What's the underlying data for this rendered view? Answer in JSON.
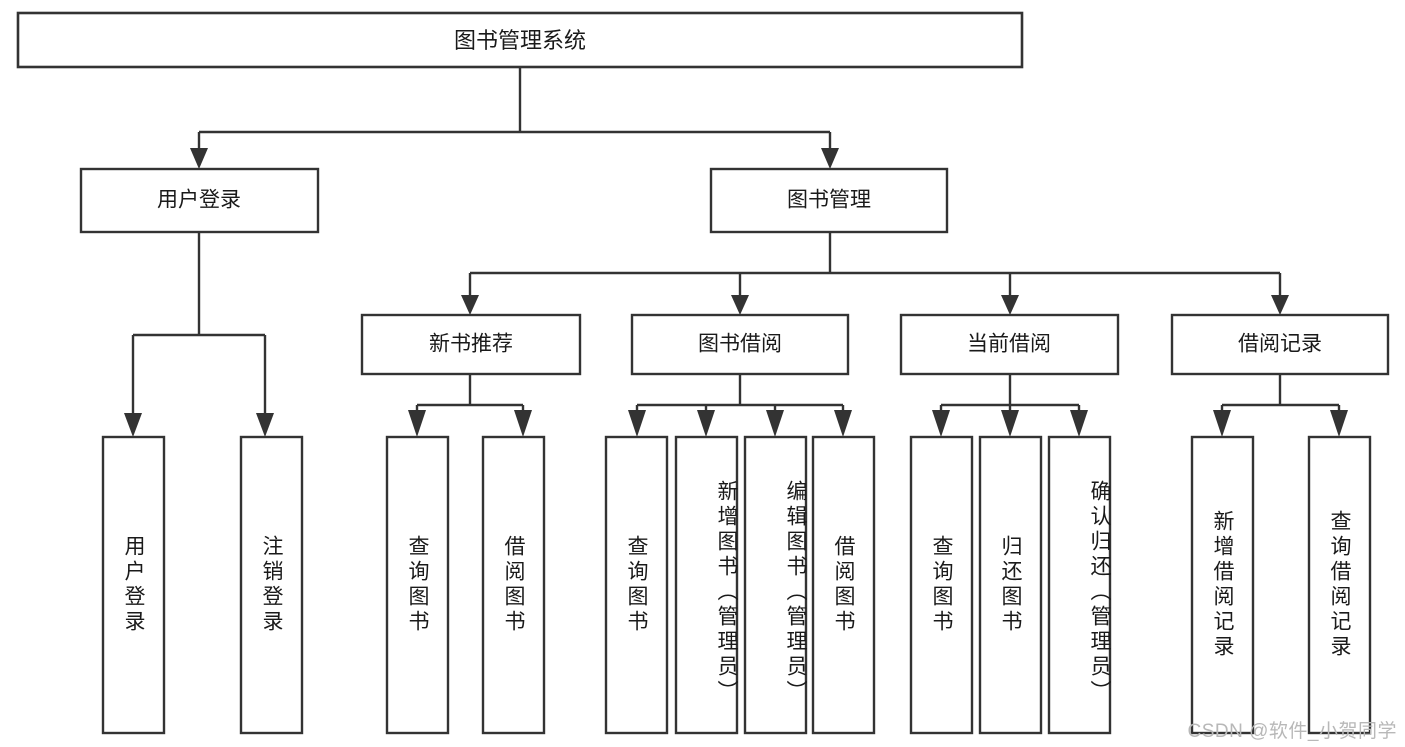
{
  "diagram": {
    "type": "tree-hierarchy",
    "title": "图书管理系统",
    "orientation": "top-down",
    "watermark": "CSDN @软件_小贺同学",
    "colors": {
      "box_fill": "#ffffff",
      "box_stroke": "#333333",
      "text": "#1a1a1a",
      "background": "#ffffff",
      "watermark": "#b8b8b8"
    },
    "root": {
      "label": "图书管理系统"
    },
    "level2": [
      {
        "label": "用户登录"
      },
      {
        "label": "图书管理"
      }
    ],
    "level3": [
      {
        "label": "新书推荐"
      },
      {
        "label": "图书借阅"
      },
      {
        "label": "当前借阅"
      },
      {
        "label": "借阅记录"
      }
    ],
    "leaves": {
      "user_login": [
        {
          "label": "用户登录"
        },
        {
          "label": "注销登录"
        }
      ],
      "new_book_recommend": [
        {
          "label": "查询图书"
        },
        {
          "label": "借阅图书"
        }
      ],
      "book_borrow": [
        {
          "label": "查询图书"
        },
        {
          "label": "新增图书（管理员）"
        },
        {
          "label": "编辑图书（管理员）"
        },
        {
          "label": "借阅图书"
        }
      ],
      "current_borrow": [
        {
          "label": "查询图书"
        },
        {
          "label": "归还图书"
        },
        {
          "label": "确认归还（管理员）"
        }
      ],
      "borrow_record": [
        {
          "label": "新增借阅记录"
        },
        {
          "label": "查询借阅记录"
        }
      ]
    }
  }
}
